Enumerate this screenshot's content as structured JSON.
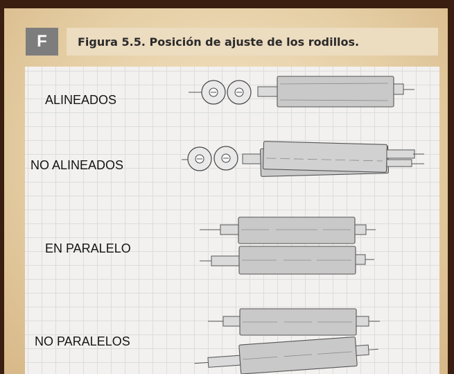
{
  "figure": {
    "badge_letter": "F",
    "caption": "Figura 5.5. Posición de ajuste de los rodillos."
  },
  "rows": [
    {
      "label": "ALINEADOS"
    },
    {
      "label": "NO ALINEADOS"
    },
    {
      "label": "EN PARALELO"
    },
    {
      "label": "NO PARALELOS"
    }
  ],
  "colors": {
    "outer_frame": "#3a1e10",
    "parchment": "#e6cfa6",
    "badge": "#7d7d7d",
    "caption_bar": "#ecdcc0",
    "grid_paper": "#f2f1ef",
    "roller": "#c9c9c9"
  }
}
